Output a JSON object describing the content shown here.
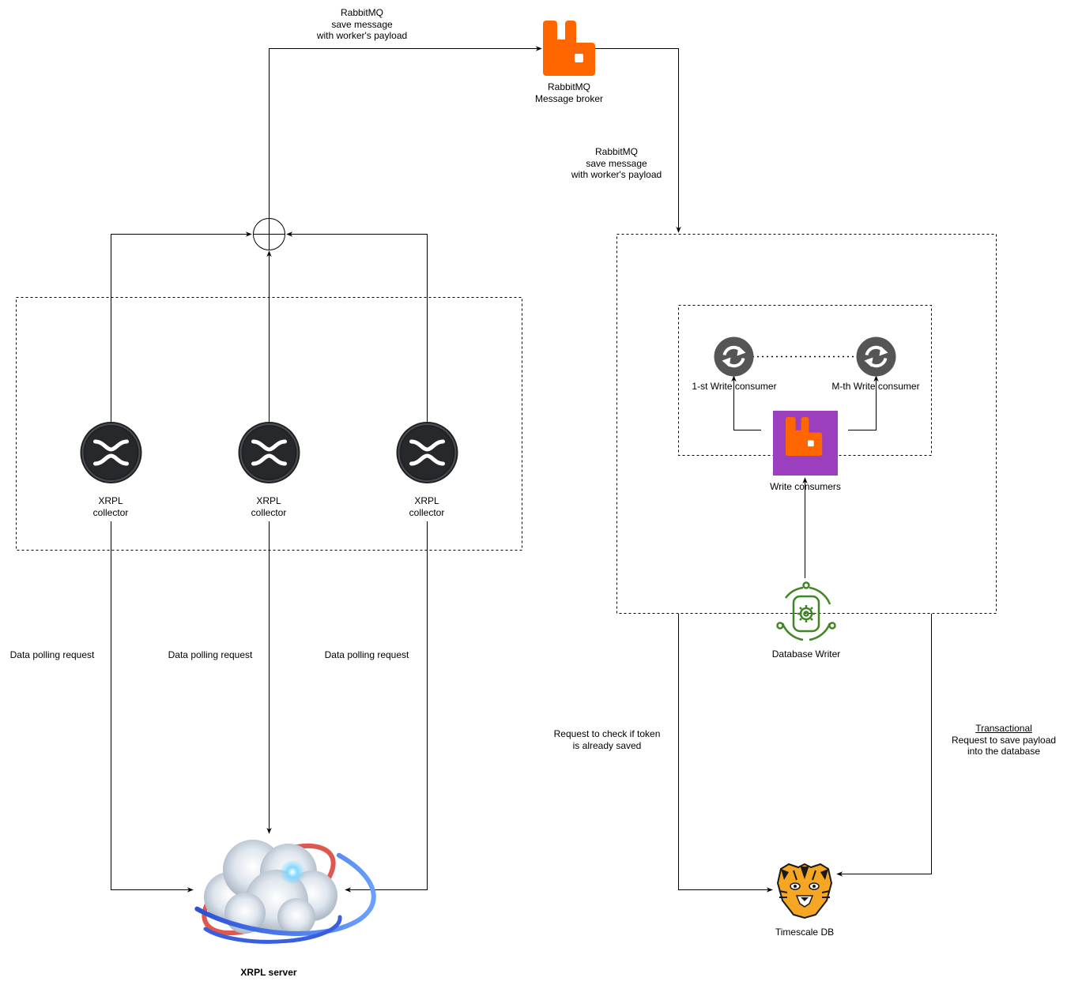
{
  "labels": {
    "rabbitmq_top_1": "RabbitMQ",
    "rabbitmq_top_2": "save message",
    "rabbitmq_top_3": "with worker's payload",
    "broker_1": "RabbitMQ",
    "broker_2": "Message broker",
    "rabbitmq_right_1": "RabbitMQ",
    "rabbitmq_right_2": "save message",
    "rabbitmq_right_3": "with worker's payload",
    "collector_1": "XRPL",
    "collector_2": "collector",
    "polling": "Data polling request",
    "xrpl_server": "XRPL server",
    "consumer_first": "1-st Write consumer",
    "consumer_mth": "M-th Write consumer",
    "write_consumers": "Write consumers",
    "database_writer": "Database Writer",
    "check_1": "Request to check if token",
    "check_2": "is already saved",
    "trans_1": "Transactional",
    "trans_2": "Request to save payload",
    "trans_3": "into the database",
    "timescale": "Timescale DB"
  },
  "icons": {
    "collector": "xrp-logo-icon",
    "broker": "rabbitmq-icon",
    "consumer": "refresh-cycle-icon",
    "writer": "database-gear-icon",
    "db": "tiger-icon",
    "server": "cloud-orbit-icon"
  },
  "colors": {
    "rabbitmq_orange": "#ff6600",
    "purple_tile": "#9b3fbf",
    "consumer_grey": "#555555",
    "writer_green": "#3f8624",
    "xrp_dark": "#1f2124",
    "tiger_orange": "#f5a623",
    "line": "#000000"
  }
}
